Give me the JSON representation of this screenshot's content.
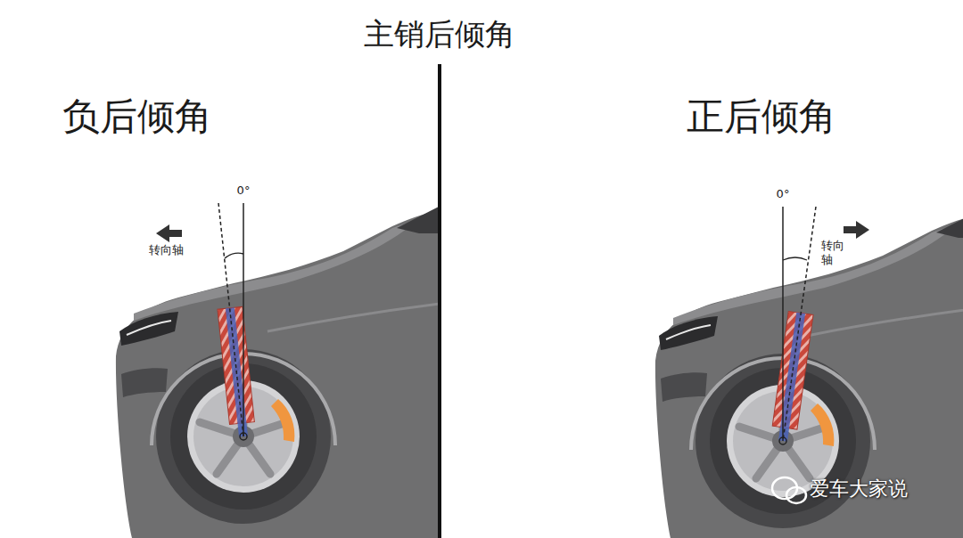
{
  "diagram": {
    "title": "主销后倾角",
    "labels": [
      "负后倾角",
      "正后倾角",
      "0°",
      "转向轴",
      "0°",
      "转向轴",
      "爱车大家说"
    ]
  }
}
